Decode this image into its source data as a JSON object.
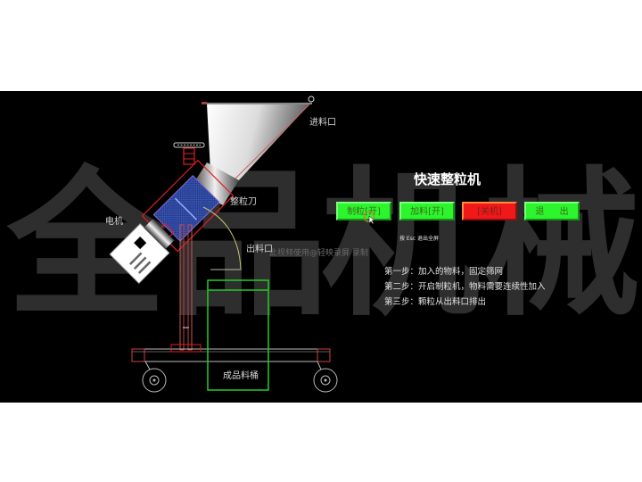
{
  "watermark": {
    "chars": [
      "全",
      "品",
      "机",
      "械"
    ],
    "recorder_text": "此视频使用@轻映录屏 录制"
  },
  "app": {
    "title": "快速整粒机",
    "buttons": [
      {
        "id": "granulate",
        "label": "制粒[开]",
        "state": "on",
        "color": "#2df52d"
      },
      {
        "id": "feed",
        "label": "加料[开]",
        "state": "on",
        "color": "#2df52d"
      },
      {
        "id": "shutdown",
        "label": "[关机]",
        "state": "active",
        "color": "#f01818"
      },
      {
        "id": "exit",
        "label": "退 出",
        "state": "on",
        "color": "#2df52d"
      }
    ],
    "esc_hint": "按 Esc 退出全屏",
    "steps": [
      "第一步：加入的物料，固定筛网",
      "第二步：开启制粒机，物料需要连续性加入",
      "第三步：颗粒从出料口排出"
    ]
  },
  "diagram": {
    "labels": {
      "inlet": "进料口",
      "blade": "整粒刀",
      "motor": "电机",
      "outlet": "出料口",
      "bucket": "成品料桶"
    },
    "colors": {
      "frame": "#e02020",
      "screen": "#2a3f9a",
      "bucket": "#22cc22",
      "chute": "#c8c070"
    }
  }
}
